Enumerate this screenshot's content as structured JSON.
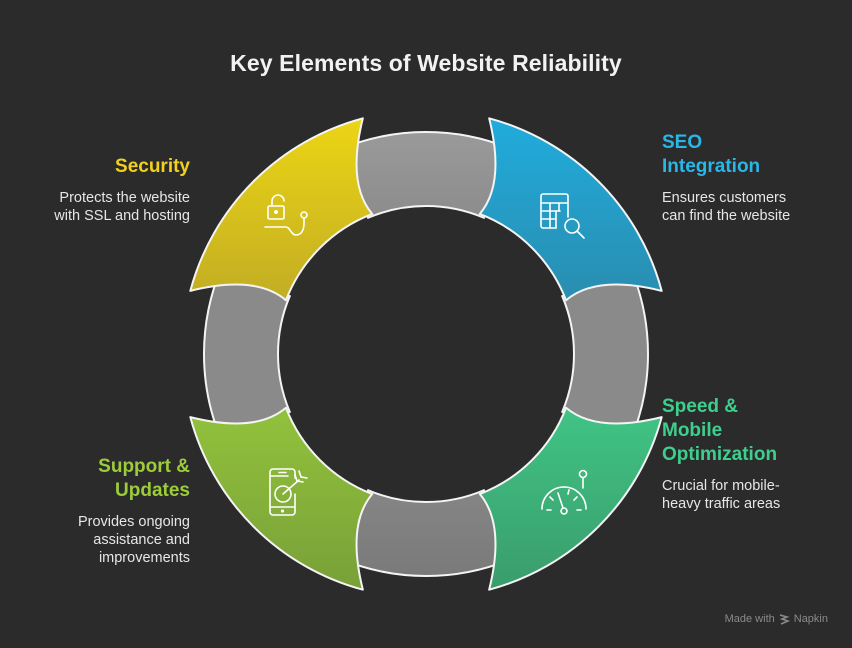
{
  "title": "Key Elements of Website Reliability",
  "elements": [
    {
      "id": "security",
      "title": "Security",
      "description_lines": [
        "Protects the website",
        "with SSL and hosting"
      ],
      "color": "#e0c81a",
      "icon": "unlock-key-icon"
    },
    {
      "id": "seo",
      "title_lines": [
        "SEO",
        "Integration"
      ],
      "description_lines": [
        "Ensures customers",
        "can find the website"
      ],
      "color": "#27a8d8",
      "icon": "table-search-icon"
    },
    {
      "id": "speed",
      "title_lines": [
        "Speed &",
        "Mobile",
        "Optimization"
      ],
      "description_lines": [
        "Crucial for mobile-",
        "heavy traffic areas"
      ],
      "color": "#3fbf80",
      "icon": "speedometer-icon"
    },
    {
      "id": "support",
      "title_lines": [
        "Support &",
        "Updates"
      ],
      "description_lines": [
        "Provides ongoing",
        "assistance and",
        "improvements"
      ],
      "color": "#8ab83a",
      "icon": "mobile-target-icon"
    }
  ],
  "watermark": {
    "prefix": "Made with",
    "brand": "Napkin"
  },
  "colors": {
    "background": "#2b2b2b",
    "connector": "#8f8f8f",
    "security_text": "#f2d11a",
    "seo_text": "#2bb6e8",
    "speed_text": "#3ecf8e",
    "support_text": "#9ccc3a"
  }
}
